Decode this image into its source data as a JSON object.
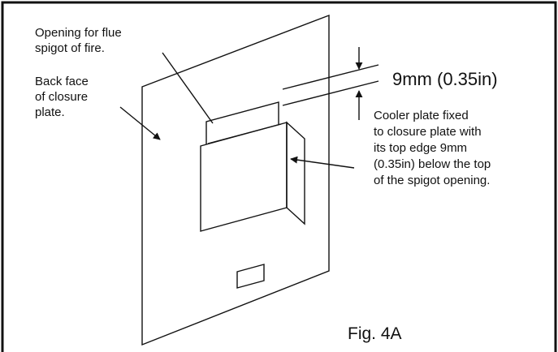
{
  "figure": {
    "label": "Fig. 4A",
    "colors": {
      "ink": "#111111",
      "background": "#ffffff"
    },
    "labels": {
      "opening": [
        "Opening for flue",
        "spigot of fire."
      ],
      "back_face": [
        "Back face",
        "of closure",
        "plate."
      ],
      "dimension": "9mm (0.35in)",
      "cooler": [
        "Cooler plate fixed",
        "to closure plate with",
        "its top edge 9mm",
        "(0.35in) below the top",
        "of the spigot opening."
      ]
    }
  }
}
